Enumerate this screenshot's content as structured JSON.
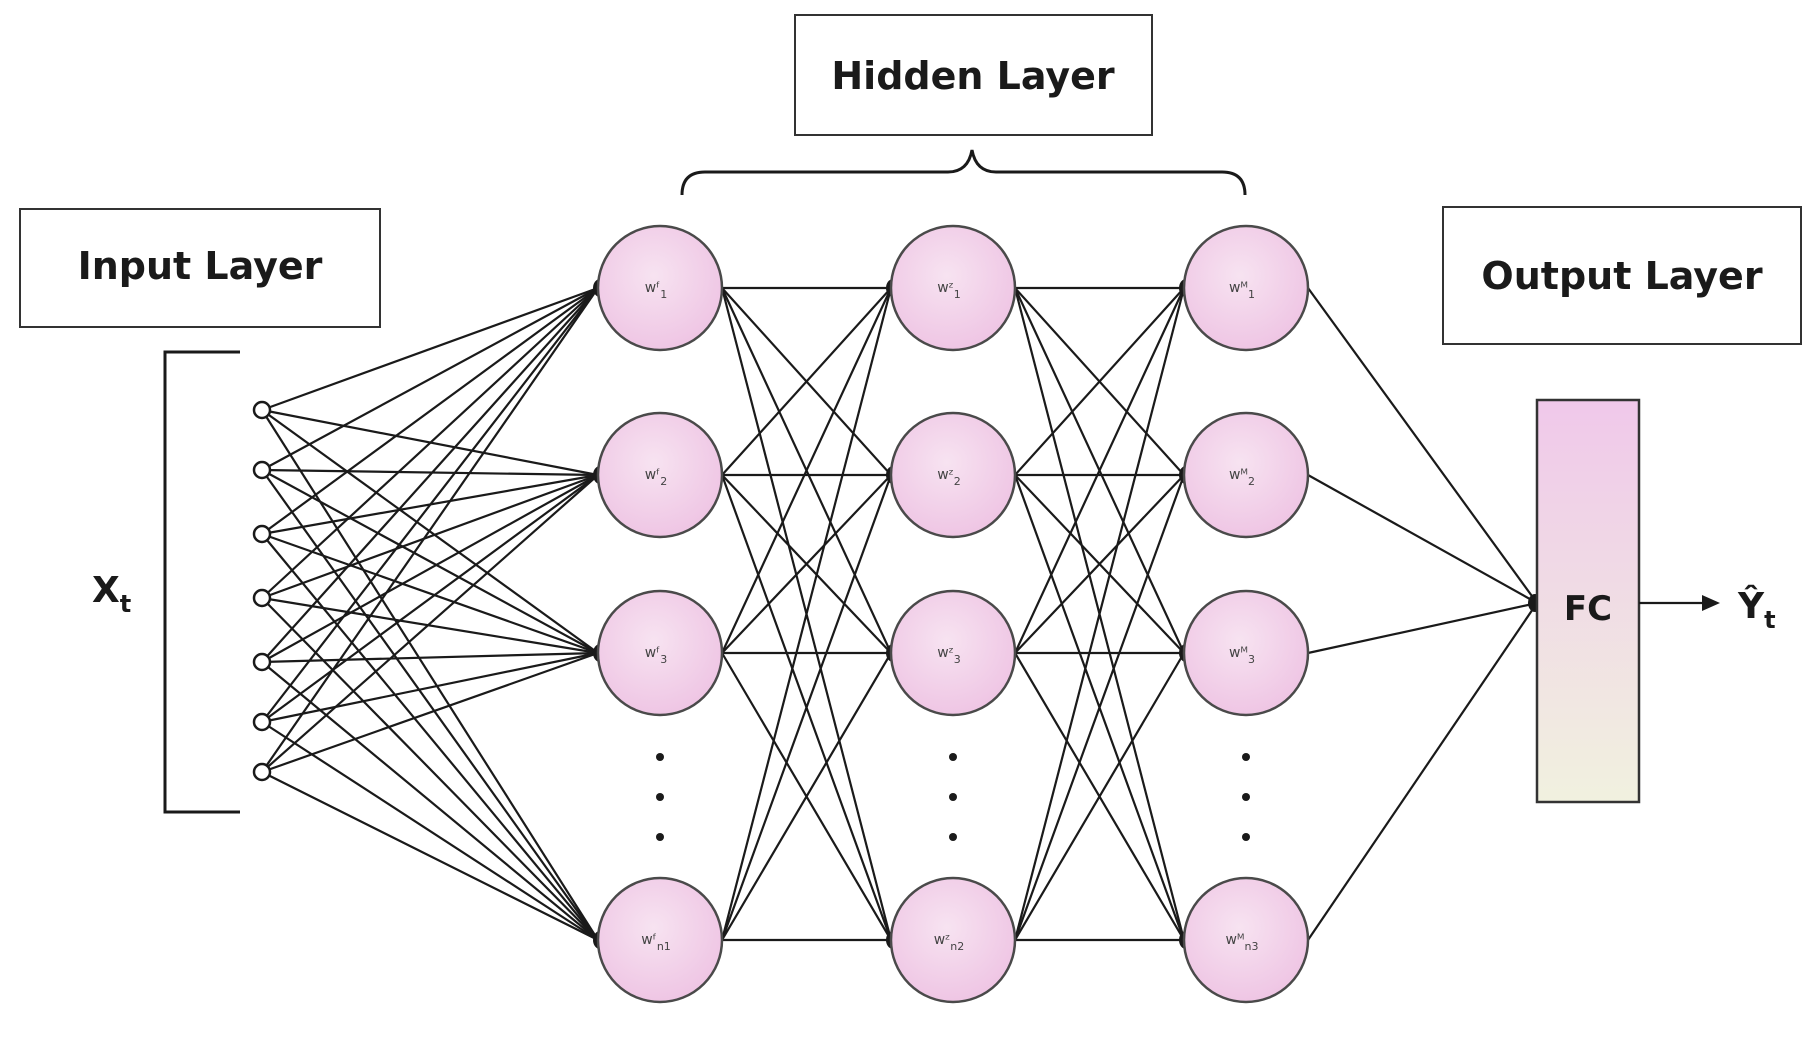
{
  "input_layer": {
    "title": "Input Layer",
    "symbol": "X",
    "symbol_sub": "t"
  },
  "hidden_layer": {
    "title": "Hidden Layer",
    "columns": [
      {
        "labels": [
          {
            "main": "wᶠ",
            "sub": "1"
          },
          {
            "main": "wᶠ",
            "sub": "2"
          },
          {
            "main": "wᶠ",
            "sub": "3"
          },
          {
            "main": "wᶠ",
            "sub": "n1"
          }
        ]
      },
      {
        "labels": [
          {
            "main": "wᶻ",
            "sub": "1"
          },
          {
            "main": "wᶻ",
            "sub": "2"
          },
          {
            "main": "wᶻ",
            "sub": "3"
          },
          {
            "main": "wᶻ",
            "sub": "n2"
          }
        ]
      },
      {
        "labels": [
          {
            "main": "wᴹ",
            "sub": "1"
          },
          {
            "main": "wᴹ",
            "sub": "2"
          },
          {
            "main": "wᴹ",
            "sub": "3"
          },
          {
            "main": "wᴹ",
            "sub": "n3"
          }
        ]
      }
    ]
  },
  "output_layer": {
    "title": "Output Layer",
    "fc_label": "FC",
    "symbol": "Ŷ",
    "symbol_sub": "t"
  },
  "colors": {
    "node_fill": "#f2cfe8",
    "fc_top": "#f0c8ea",
    "fc_bottom": "#f1f1df",
    "line": "#1a1a1a"
  }
}
